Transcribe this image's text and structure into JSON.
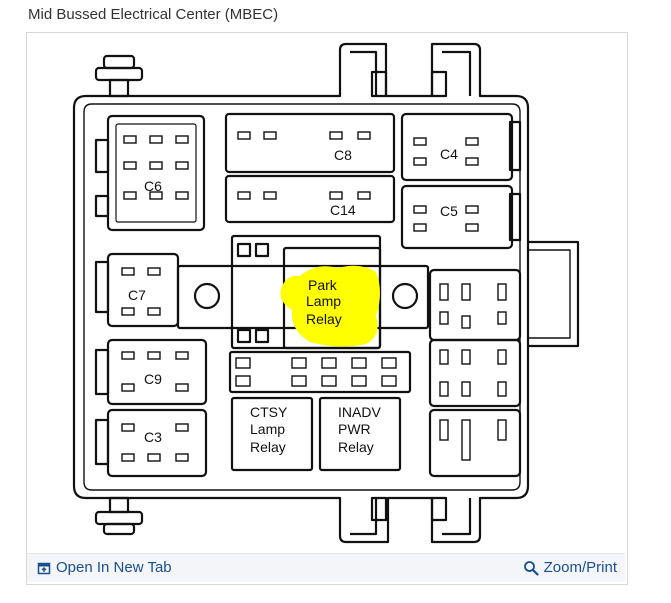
{
  "title": "Mid Bussed Electrical Center (MBEC)",
  "diagram": {
    "labels": {
      "c6": "C6",
      "c8": "C8",
      "c14": "C14",
      "c4": "C4",
      "c5": "C5",
      "c7": "C7",
      "c9": "C9",
      "c3": "C3",
      "park_1": "Park",
      "park_2": "Lamp",
      "park_3": "Relay",
      "ctsy_1": "CTSY",
      "ctsy_2": "Lamp",
      "ctsy_3": "Relay",
      "inadv_1": "INADV",
      "inadv_2": "PWR",
      "inadv_3": "Relay"
    },
    "highlight_color": "#ffff00"
  },
  "footer": {
    "open_new_tab": "Open In New Tab",
    "zoom_print": "Zoom/Print",
    "link_color": "#1a4f8b"
  }
}
